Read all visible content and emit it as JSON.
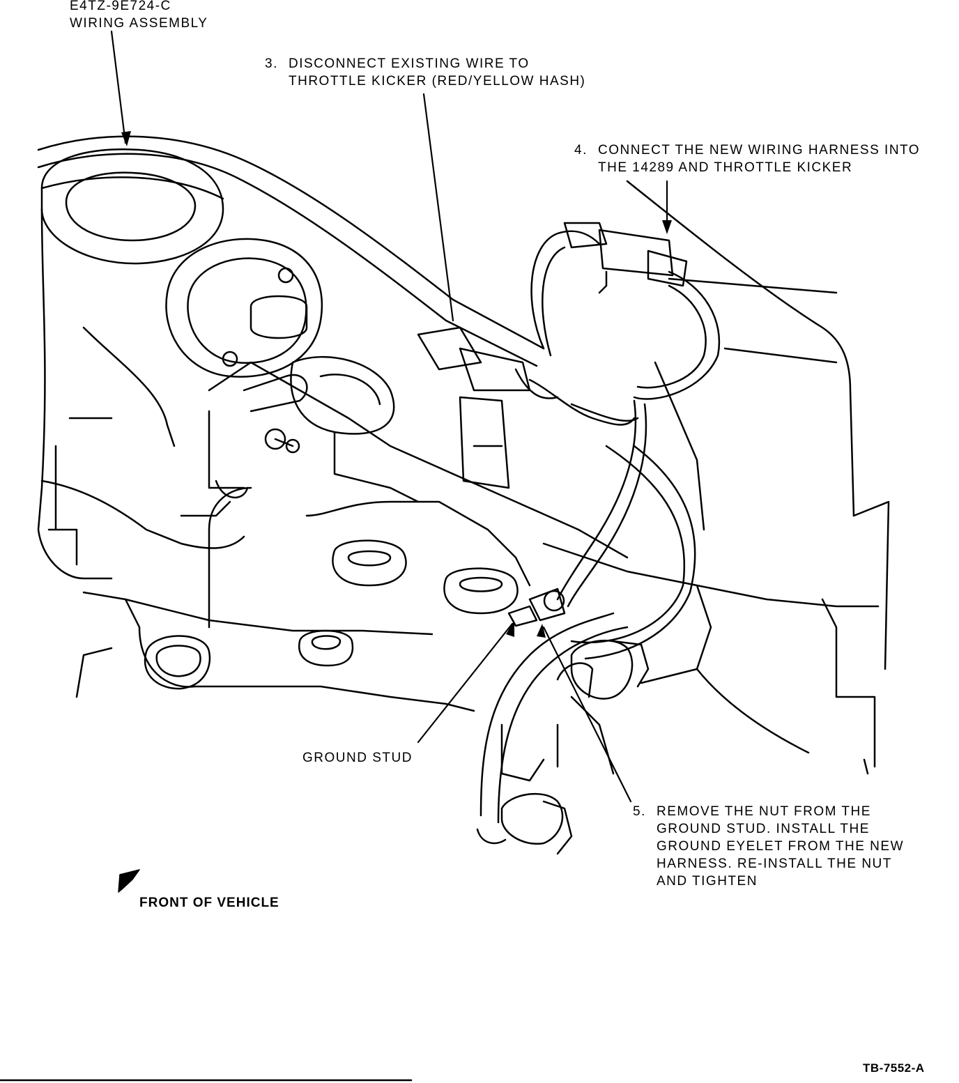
{
  "labels": {
    "assembly": {
      "part_number": "E4TZ-9E724-C",
      "name": "WIRING ASSEMBLY"
    },
    "step3": {
      "number": "3.",
      "line1": "DISCONNECT EXISTING WIRE TO",
      "line2": "THROTTLE KICKER (RED/YELLOW HASH)"
    },
    "step4": {
      "number": "4.",
      "line1": "CONNECT THE NEW WIRING HARNESS INTO",
      "line2": "THE 14289 AND THROTTLE KICKER"
    },
    "ground_stud": "GROUND STUD",
    "step5": {
      "number": "5.",
      "lines": [
        "REMOVE THE NUT FROM THE",
        "GROUND STUD. INSTALL THE",
        "GROUND EYELET FROM THE NEW",
        "HARNESS. RE-INSTALL THE NUT",
        "AND TIGHTEN"
      ]
    },
    "front_of_vehicle": "FRONT OF VEHICLE",
    "figure_id": "TB-7552-A"
  },
  "colors": {
    "ink": "#000000",
    "paper": "#ffffff"
  }
}
